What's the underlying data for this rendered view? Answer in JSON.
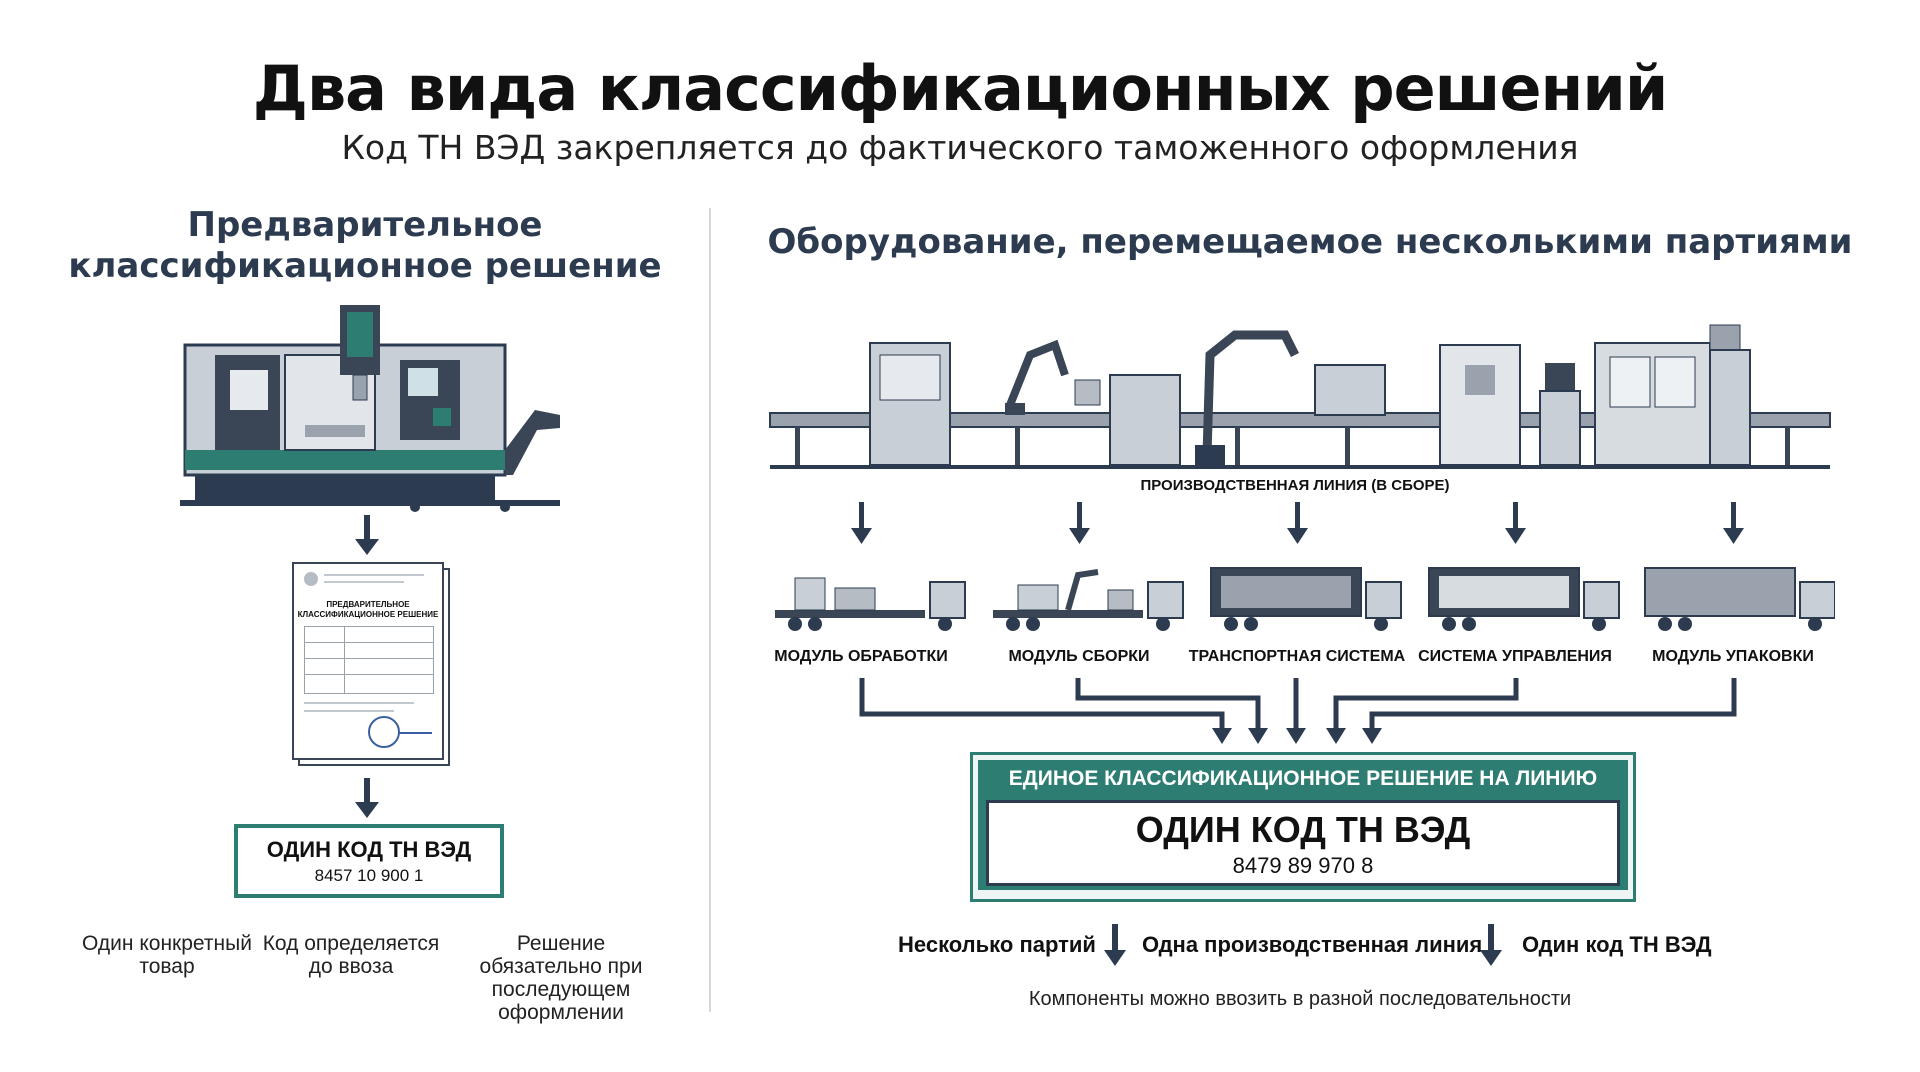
{
  "title": "Два вида классификационных решений",
  "subtitle": "Код ТН ВЭД закрепляется до фактического таможенного оформления",
  "left": {
    "heading_line1": "Предварительное",
    "heading_line2": "классификационное решение",
    "document": {
      "title_line1": "ПРЕДВАРИТЕЛЬНОЕ",
      "title_line2": "КЛАССИФИКАЦИОННОЕ РЕШЕНИЕ"
    },
    "code_box": {
      "label": "ОДИН КОД ТН ВЭД",
      "code": "8457 10 900 1"
    },
    "notes": [
      "Один конкретный товар",
      "Код определяется до ввоза",
      "Решение обязательно при последующем оформлении"
    ]
  },
  "right": {
    "heading": "Оборудование, перемещаемое несколькими партиями",
    "line_label": "ПРОИЗВОДСТВЕННАЯ ЛИНИЯ (В СБОРЕ)",
    "modules": [
      "МОДУЛЬ ОБРАБОТКИ",
      "МОДУЛЬ СБОРКИ",
      "ТРАНСПОРТНАЯ СИСТЕМА",
      "СИСТЕМА УПРАВЛЕНИЯ",
      "МОДУЛЬ УПАКОВКИ"
    ],
    "decision_box": {
      "header": "ЕДИНОЕ КЛАССИФИКАЦИОННОЕ РЕШЕНИЕ НА ЛИНИЮ",
      "label": "ОДИН КОД ТН ВЭД",
      "code": "8479 89 970 8"
    },
    "flow": [
      "Несколько партий",
      "Одна производственная линия",
      "Один код ТН ВЭД"
    ],
    "footnote": "Компоненты можно ввозить в разной последовательности"
  },
  "colors": {
    "navy": "#2c3b4f",
    "teal": "#2e7d72",
    "gray": "#9aa3ad"
  }
}
